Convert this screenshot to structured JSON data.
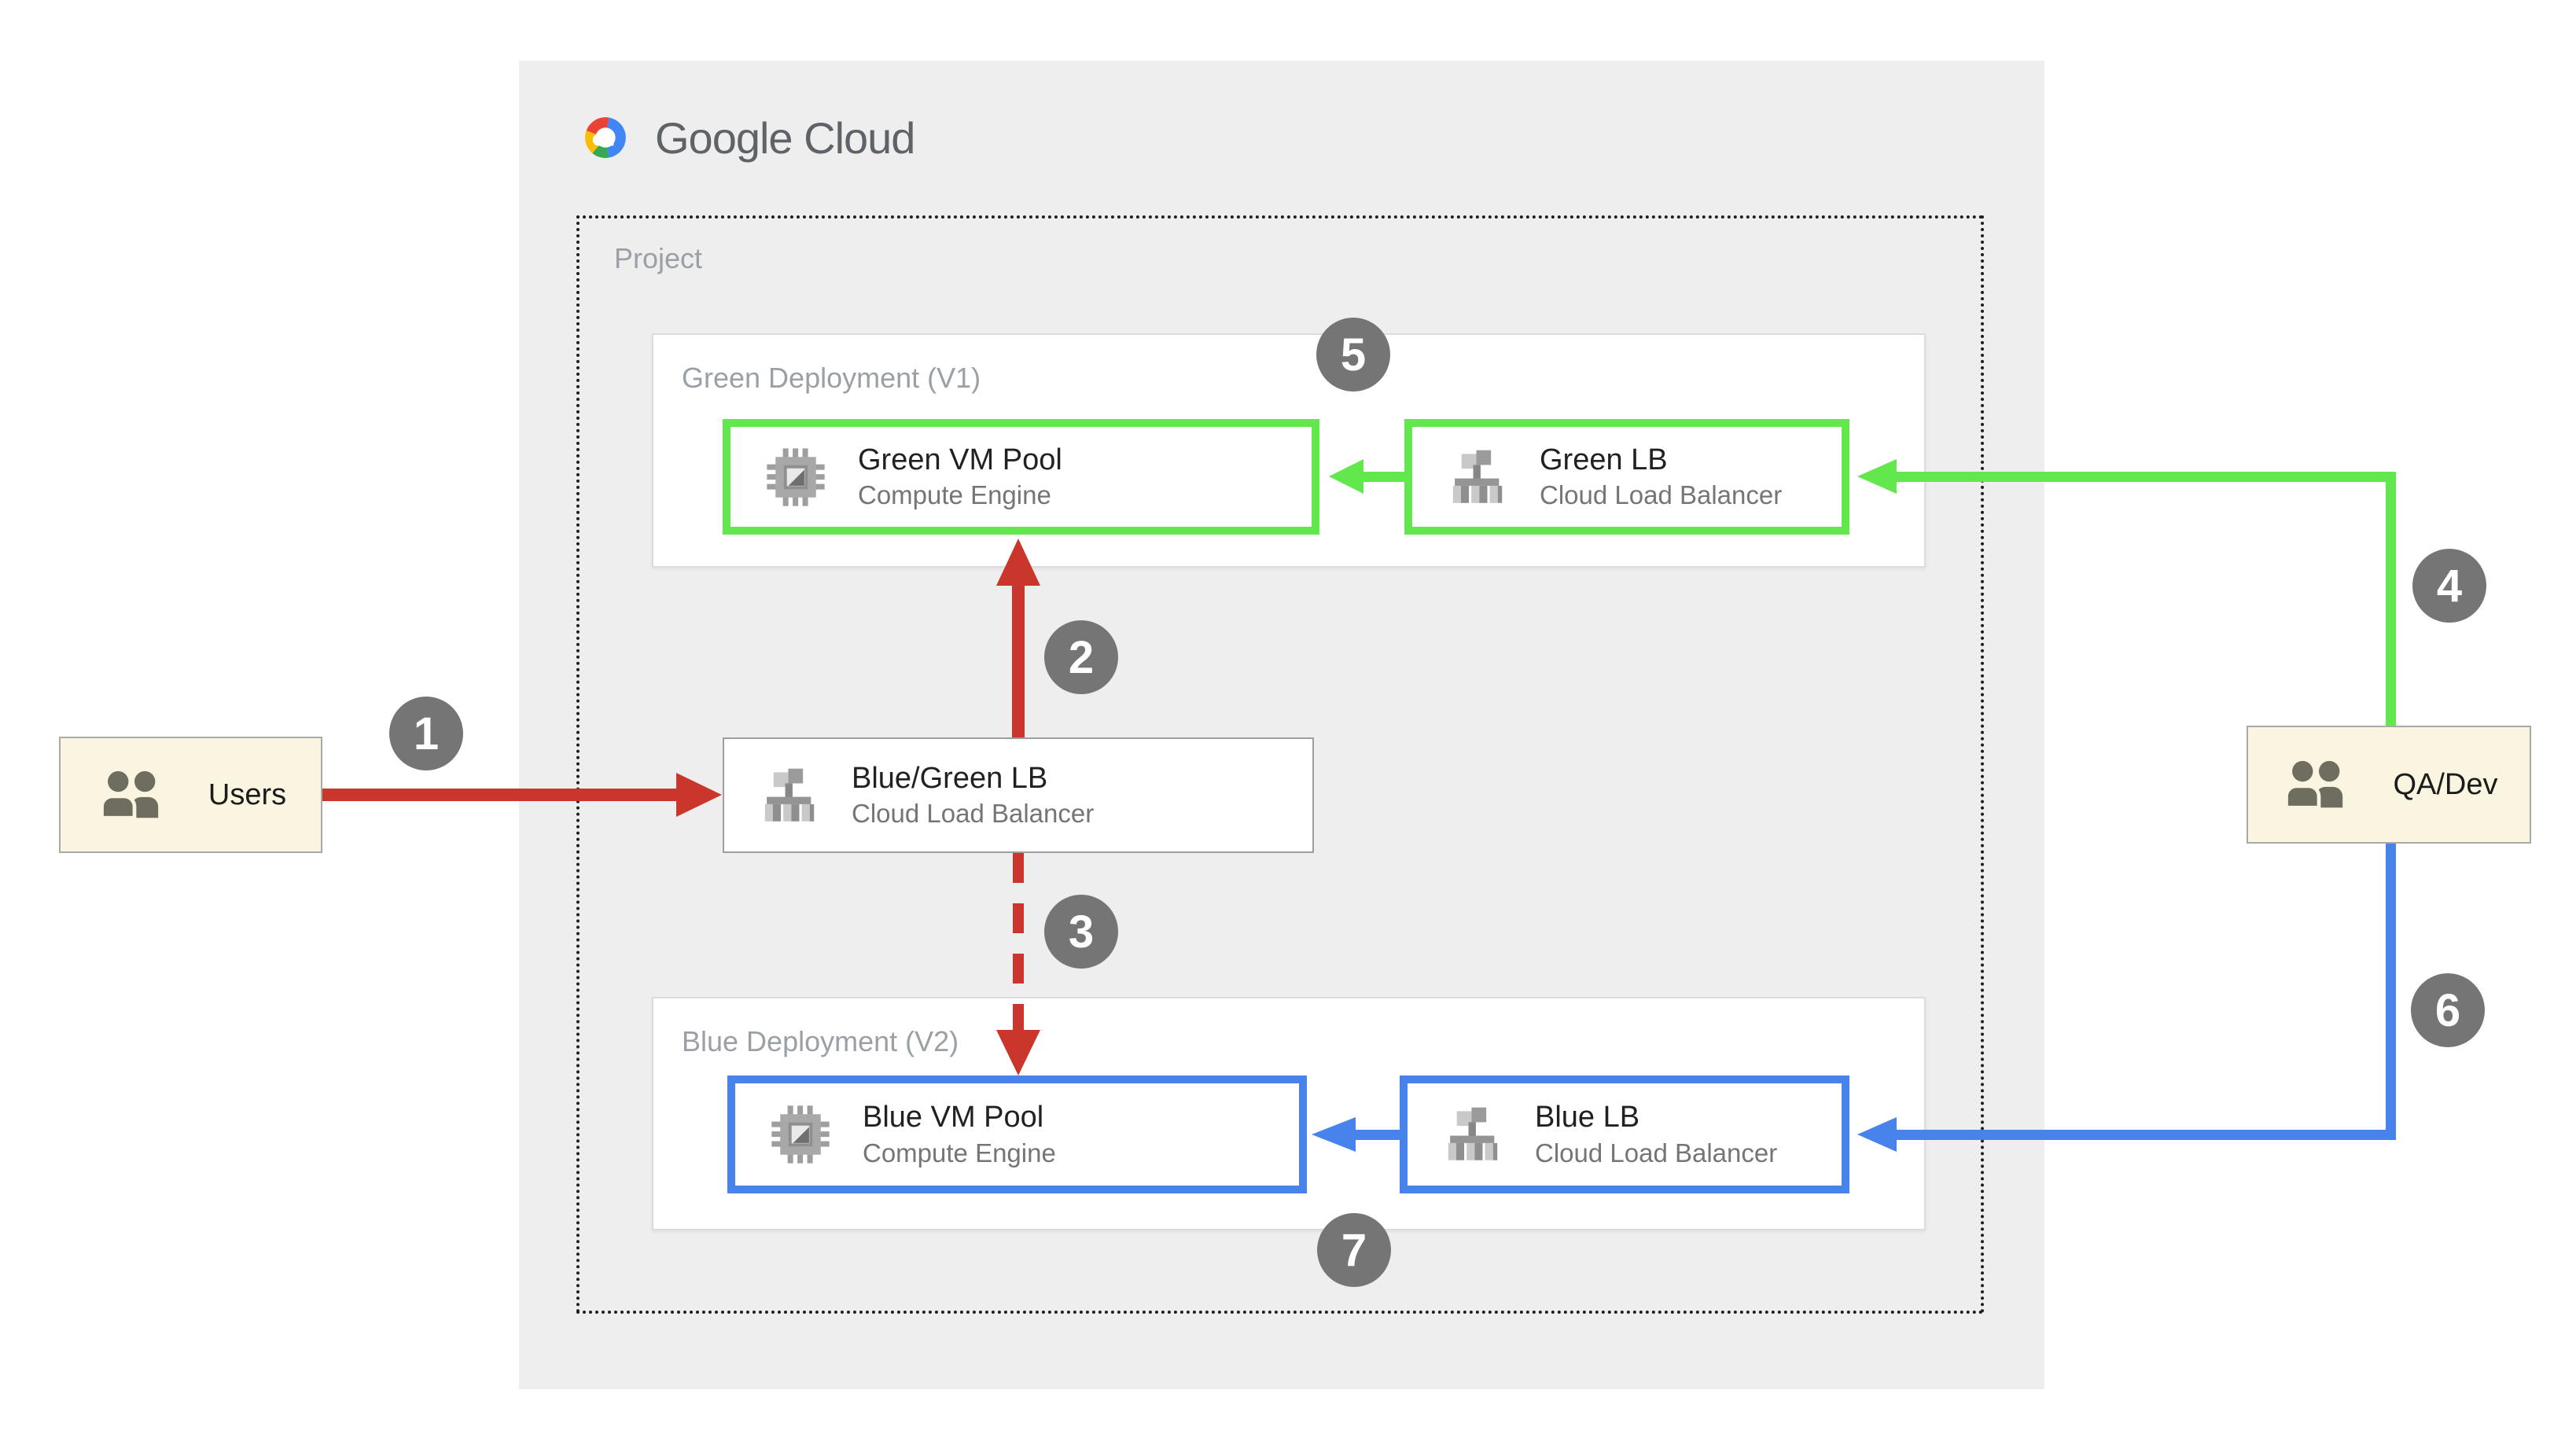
{
  "logo": {
    "text": "Google Cloud"
  },
  "project": {
    "label": "Project"
  },
  "deployments": {
    "green": {
      "label": "Green Deployment (V1)"
    },
    "blue": {
      "label": "Blue Deployment (V2)"
    }
  },
  "nodes": {
    "green_vm": {
      "title": "Green VM Pool",
      "subtitle": "Compute Engine"
    },
    "green_lb": {
      "title": "Green LB",
      "subtitle": "Cloud Load Balancer"
    },
    "bluegreen_lb": {
      "title": "Blue/Green LB",
      "subtitle": "Cloud Load Balancer"
    },
    "blue_vm": {
      "title": "Blue VM Pool",
      "subtitle": "Compute Engine"
    },
    "blue_lb": {
      "title": "Blue LB",
      "subtitle": "Cloud Load Balancer"
    }
  },
  "actors": {
    "users": {
      "label": "Users"
    },
    "qadev": {
      "label": "QA/Dev"
    }
  },
  "badges": [
    {
      "label": "1"
    },
    {
      "label": "2"
    },
    {
      "label": "3"
    },
    {
      "label": "4"
    },
    {
      "label": "5"
    },
    {
      "label": "6"
    },
    {
      "label": "7"
    }
  ],
  "colors": {
    "panel_gray": "#eeeeee",
    "green_accent": "#62e74d",
    "blue_accent": "#4783ea",
    "red_accent": "#ca352c",
    "badge_gray": "#757575",
    "actor_cream": "#faf5e0",
    "title_text": "#202124",
    "subtitle_text": "#757575",
    "section_label_text": "#9aa0a6",
    "logo_text": "#5f6368"
  }
}
